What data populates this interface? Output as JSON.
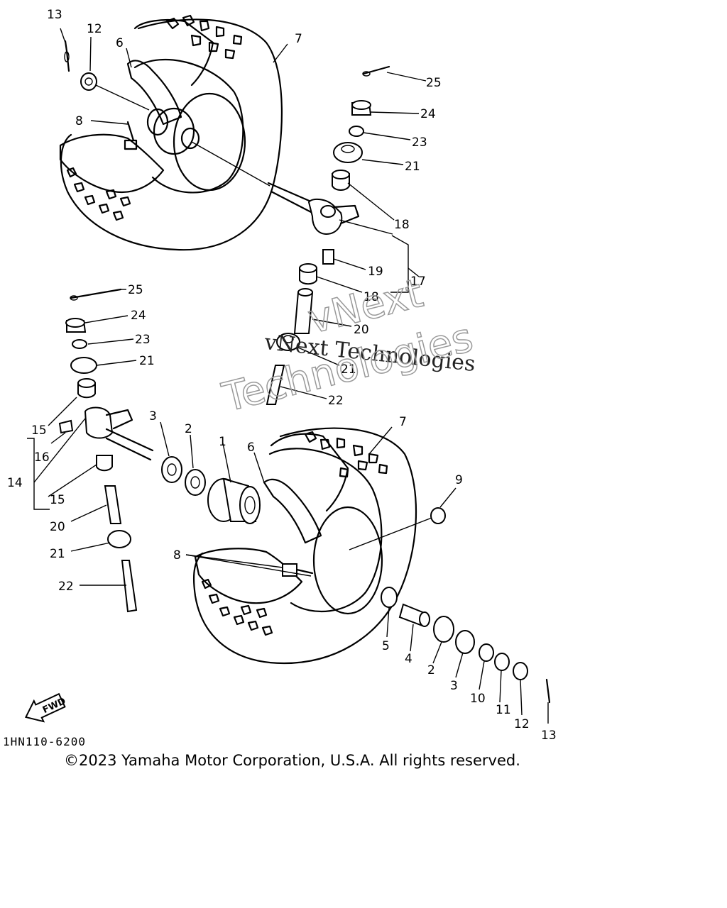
{
  "diagram": {
    "callouts": [
      "1",
      "2",
      "3",
      "4",
      "5",
      "6",
      "7",
      "8",
      "9",
      "10",
      "11",
      "12",
      "13",
      "14",
      "15",
      "16",
      "17",
      "18",
      "19",
      "20",
      "21",
      "22",
      "23",
      "24",
      "25"
    ],
    "watermark": {
      "line1": "vNext Technologies",
      "line2": "vNext",
      "line3": "Technologies"
    },
    "fwd_label": "FWD",
    "drawing_code": "1HN110-6200",
    "copyright": "©2023 Yamaha Motor Corporation, U.S.A. All rights reserved."
  }
}
